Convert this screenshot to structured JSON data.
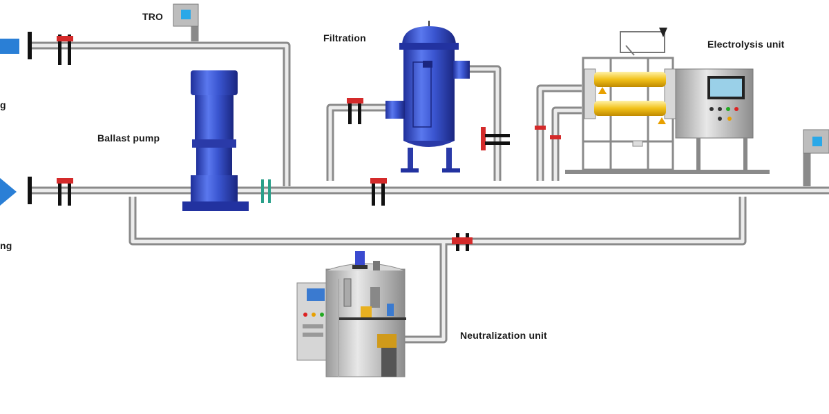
{
  "labels": {
    "tro_top": "TRO",
    "filtration": "Filtration",
    "electrolysis": "Electrolysis unit",
    "ballast_pump": "Ballast pump",
    "neutralization": "Neutralization unit",
    "left_top_fragment": "g",
    "left_bottom_fragment": "ng"
  },
  "colors": {
    "pipe_outer": "#8a8a8a",
    "pipe_inner": "#e6e6e6",
    "valve": "#d42a2a",
    "flange": "#111111",
    "equipment_blue": "#3450c8",
    "electrode_yellow": "#f0c020",
    "sensor_blue": "#2aa8e8",
    "cabinet_grey": "#c8c8c8",
    "accent_green": "#2aa08a"
  }
}
